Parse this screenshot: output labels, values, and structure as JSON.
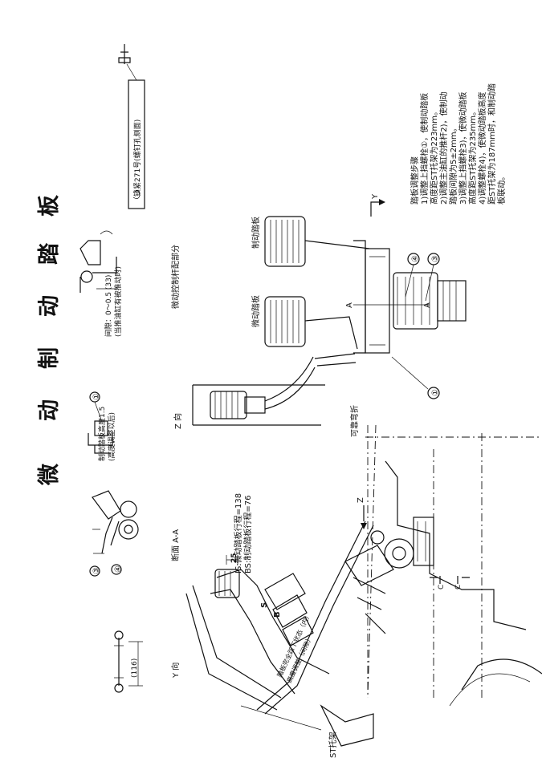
{
  "title_chars": [
    "微",
    "动",
    "制",
    "动",
    "踏",
    "板"
  ],
  "views": {
    "section_aa": "断面 A-A",
    "z_view": "Z 向",
    "y_view": "Y 向",
    "micro_lever": "微动控制杆配部分"
  },
  "labels": {
    "clearance": "间隙：0～0.5 (33)",
    "clearance_note": "(当推油缸有被推动时)",
    "micro_height": "制动踏板高度1.5",
    "micro_height_note": "(高度调整以后)",
    "inch_pedal": "微动踏板",
    "brake_pedal": "制动踏板",
    "bendable": "可靠弯折",
    "stroke_is": "IS:微动踏板行程=138",
    "stroke_bs": "BS:制动踏板行程=76",
    "dim_25": "25",
    "dim_116": "(116)",
    "st_bracket": "ST托架",
    "lock_nut": "锁紧271号(螺钉孔侧面)",
    "bottom_note_1": "踏板完全踩下状态（内）",
    "bottom_note_2": "高度调整（间隙）",
    "letter_y": "Y",
    "letter_z": "Z",
    "letter_a1": "A",
    "letter_a2": "A",
    "letter_c1": "C",
    "letter_c2": "C",
    "letter_s": "S",
    "letter_b": "B",
    "callouts": [
      "①",
      "③",
      "④",
      "①",
      "③",
      "④"
    ]
  },
  "procedure": {
    "title": "踏板调整步骤",
    "steps": [
      "1)调整上挡螺栓①，使制动踏板",
      "高度距ST托架为223mm。",
      "2)调整主油缸的推杆2)，使制动",
      "踏板间隙为5±2mm。",
      "3)调整上挡螺栓3)，使微动踏板",
      "高度距ST托架为235mm。",
      "4)调整螺栓4)，使微动踏板高度",
      "距ST托架为187mm时，和制动踏",
      "板联动。"
    ]
  }
}
